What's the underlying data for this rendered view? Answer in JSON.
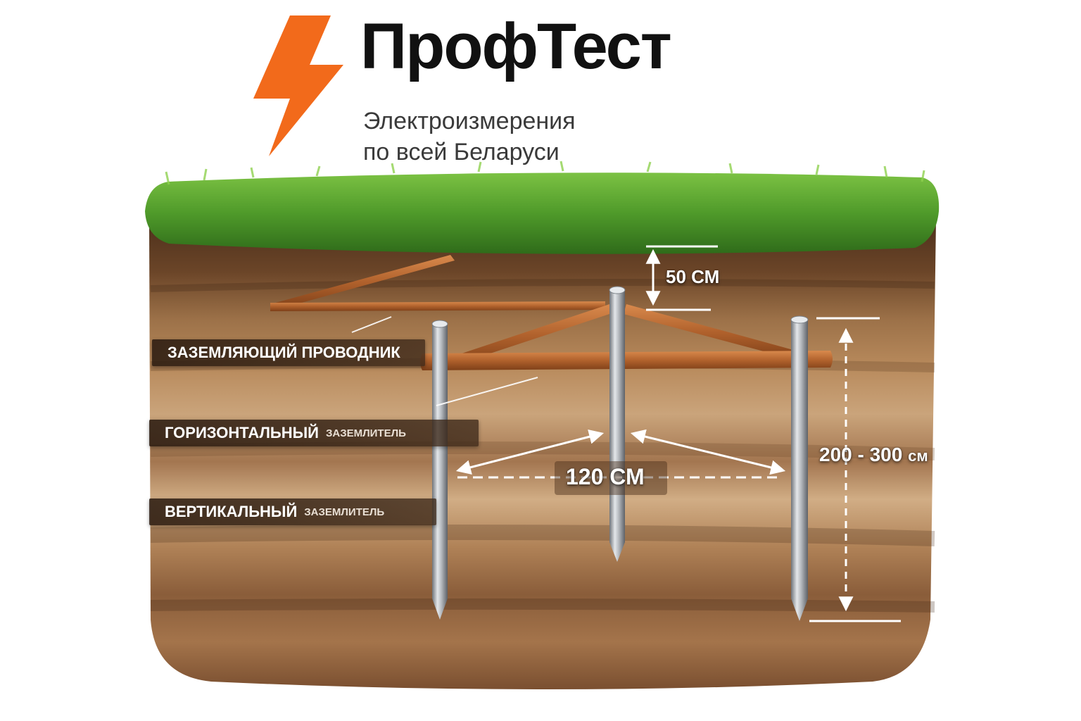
{
  "brand": {
    "name": "ПрофТест",
    "tagline_line1": "Электроизмерения",
    "tagline_line2": "по всей Беларуси",
    "logo_icon": "lightning-bolt-icon",
    "accent_color": "#F26A1B"
  },
  "labels": {
    "conductor": {
      "main": "ЗАЗЕМЛЯЮЩИЙ ПРОВОДНИК"
    },
    "horizontal": {
      "main": "ГОРИЗОНТАЛЬНЫЙ",
      "sub": "ЗАЗЕМЛИТЕЛЬ"
    },
    "vertical": {
      "main": "ВЕРТИКАЛЬНЫЙ",
      "sub": "ЗАЗЕМЛИТЕЛЬ"
    }
  },
  "dimensions": {
    "depth": {
      "value": "50",
      "unit": "СМ"
    },
    "spacing": {
      "value": "120",
      "unit": "СМ"
    },
    "rod_length": {
      "value": "200 - 300",
      "unit": "см"
    }
  },
  "colors": {
    "grass": "#4E9A2B",
    "soil_dark": "#5A3A22",
    "soil_light": "#C9A27A",
    "copper": "#B86A33",
    "steel": "#B8BCC2"
  }
}
